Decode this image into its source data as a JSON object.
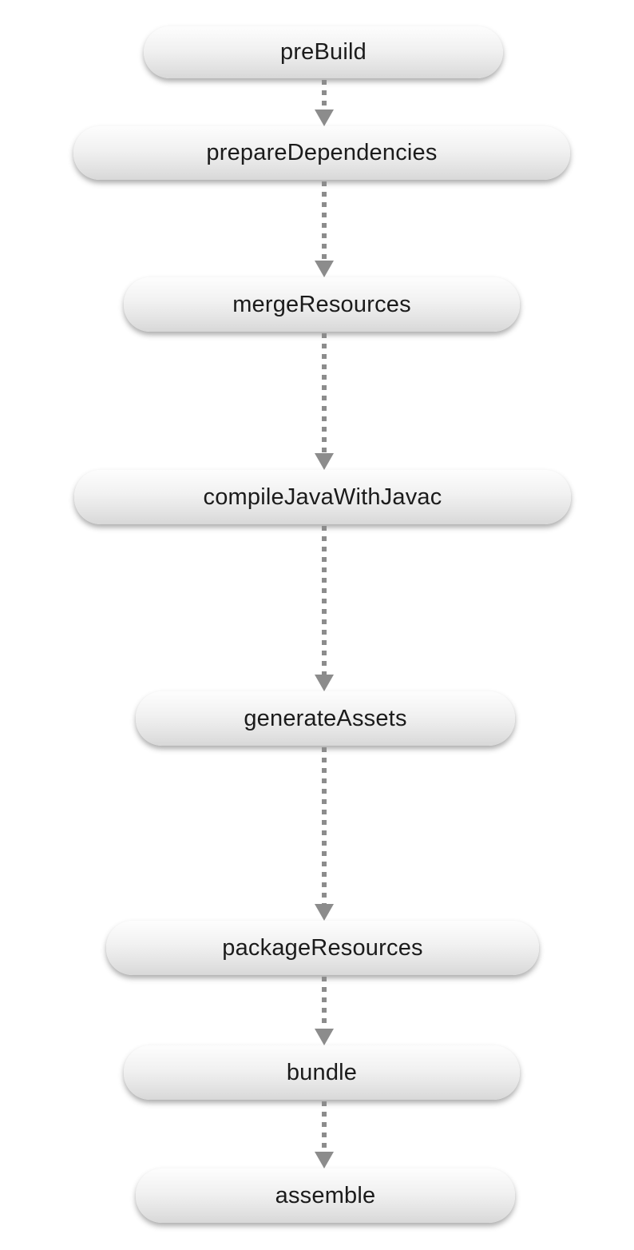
{
  "diagram": {
    "type": "flowchart",
    "direction": "top-down",
    "background": "#ffffff"
  },
  "nodes": [
    {
      "id": "preBuild",
      "label": "preBuild"
    },
    {
      "id": "prepareDependencies",
      "label": "prepareDependencies"
    },
    {
      "id": "mergeResources",
      "label": "mergeResources"
    },
    {
      "id": "compileJavaWithJavac",
      "label": "compileJavaWithJavac"
    },
    {
      "id": "generateAssets",
      "label": "generateAssets"
    },
    {
      "id": "packageResources",
      "label": "packageResources"
    },
    {
      "id": "bundle",
      "label": "bundle"
    },
    {
      "id": "assemble",
      "label": "assemble"
    }
  ],
  "edges": [
    {
      "from": "preBuild",
      "to": "prepareDependencies",
      "style": "dotted-arrow"
    },
    {
      "from": "prepareDependencies",
      "to": "mergeResources",
      "style": "dotted-arrow"
    },
    {
      "from": "mergeResources",
      "to": "compileJavaWithJavac",
      "style": "dotted-arrow"
    },
    {
      "from": "compileJavaWithJavac",
      "to": "generateAssets",
      "style": "dotted-arrow"
    },
    {
      "from": "generateAssets",
      "to": "packageResources",
      "style": "dotted-arrow"
    },
    {
      "from": "packageResources",
      "to": "bundle",
      "style": "dotted-arrow"
    },
    {
      "from": "bundle",
      "to": "assemble",
      "style": "dotted-arrow"
    }
  ],
  "colors": {
    "node_fill_top": "#fdfdfd",
    "node_fill_bottom": "#d8d8d8",
    "node_text": "#1b1b1b",
    "arrow": "#8c8c8c",
    "background": "#ffffff"
  }
}
